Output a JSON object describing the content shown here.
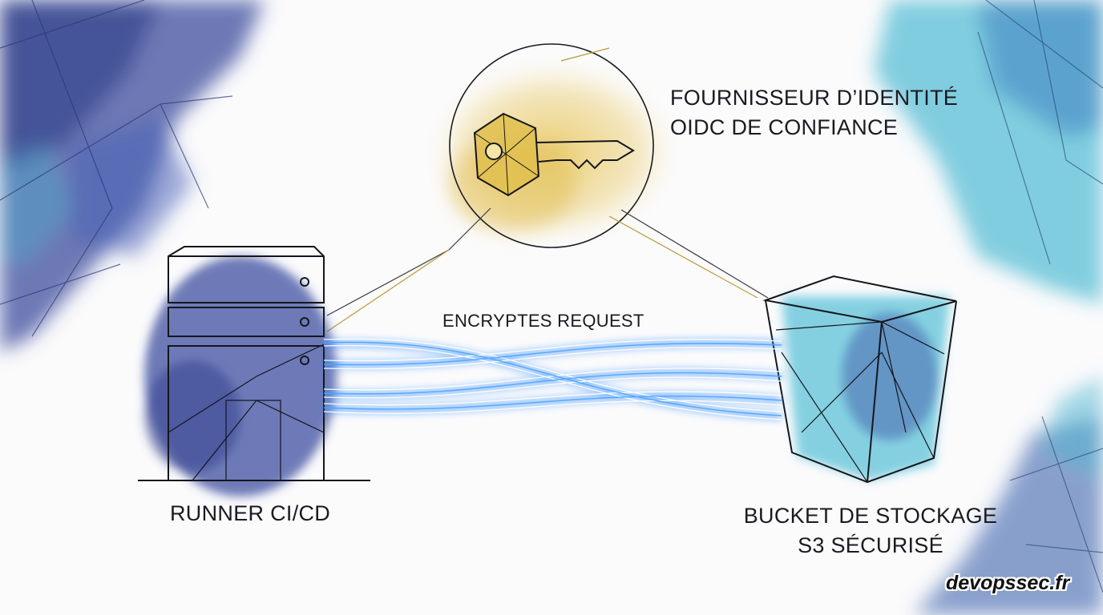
{
  "identity_provider": {
    "line1": "FOURNISSEUR D’IDENTITÉ",
    "line2": "OIDC DE CONFIANCE",
    "icon": "key-icon"
  },
  "runner": {
    "label": "RUNNER CI/CD",
    "icon": "server-rack-icon"
  },
  "bucket": {
    "line1": "BUCKET DE STOCKAGE",
    "line2": "S3 SÉCURISÉ",
    "icon": "bucket-icon"
  },
  "channel": {
    "label": "ENCRYPTES REQUEST"
  },
  "brand": {
    "text": "devopssec.fr"
  },
  "colors": {
    "left_wash": "#3f4fa0",
    "right_wash": "#3fb6cf",
    "key_gold": "#d9b84a",
    "beam": "#2f8cff",
    "ink": "#1a1a22"
  }
}
